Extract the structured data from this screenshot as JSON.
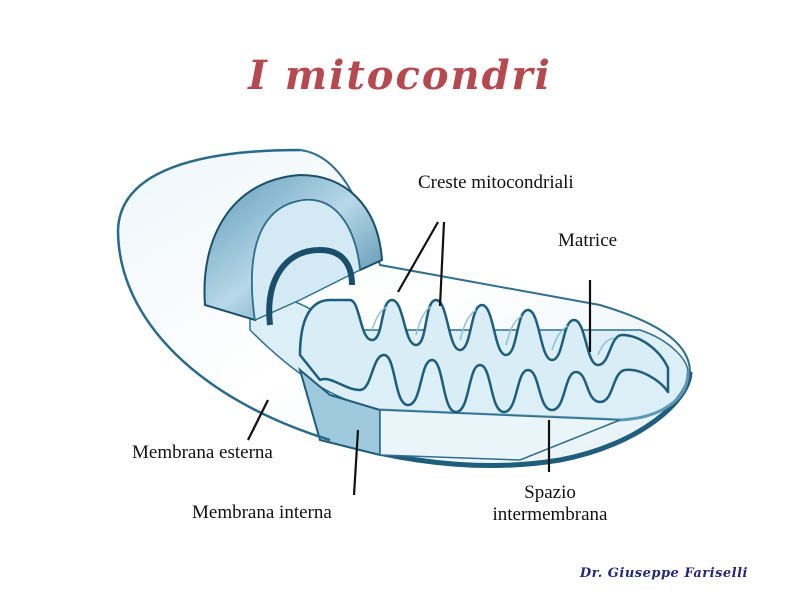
{
  "title": "I mitocondri",
  "labels": {
    "creste": "Creste mitocondriali",
    "matrice": "Matrice",
    "membrana_esterna": "Membrana esterna",
    "membrana_interna": "Membrana interna",
    "spazio_line1": "Spazio",
    "spazio_line2": "intermembrana"
  },
  "credit": "Dr. Giuseppe Fariselli",
  "colors": {
    "title": "#b5494f",
    "credit": "#24277a",
    "membrane_dark": "#1f5d7c",
    "membrane_mid": "#6aa4c2",
    "membrane_light": "#c9e3ef",
    "interior": "#e7f3f8",
    "outer_surface": "#f6fafc"
  }
}
